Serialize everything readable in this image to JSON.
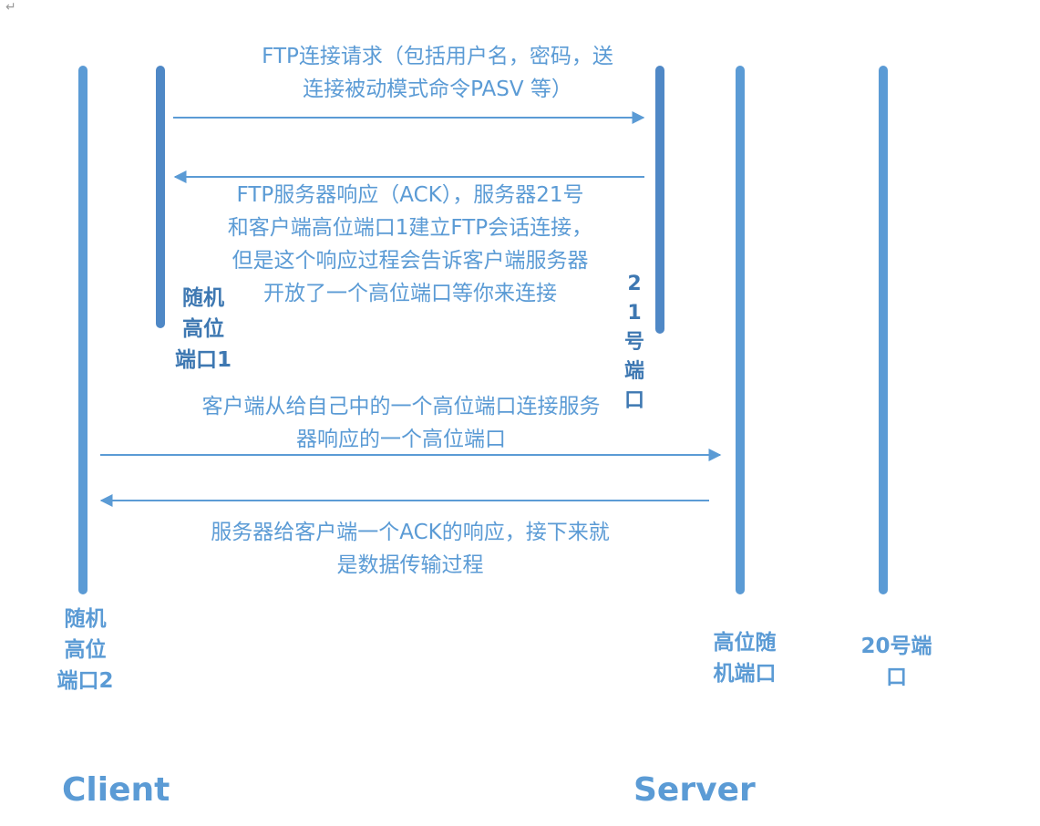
{
  "paragraph_mark": "↵",
  "messages": {
    "ftp_request": "FTP连接请求（包括用户名，密码，送\n连接被动模式命令PASV 等）",
    "server_response": "FTP服务器响应（ACK），服务器21号\n和客户端高位端口1建立FTP会话连接，\n但是这个响应过程会告诉客户端服务器\n开放了一个高位端口等你来连接",
    "client_connect": "客户端从给自己中的一个高位端口连接服务\n器响应的一个高位端口",
    "server_ack": "服务器给客户端一个ACK的响应，接下来就\n是数据传输过程"
  },
  "ports": {
    "client_random_port_1": "随机\n高位\n端口1",
    "server_port_21": "21\n号\n端\n口",
    "client_random_port_2": "随机\n高位\n端口2",
    "server_high_random_port": "高位随\n机端口",
    "server_port_20": "20号端\n口"
  },
  "roles": {
    "client": "Client",
    "server": "Server"
  },
  "colors": {
    "line": "#5b9bd5",
    "session_line": "#4f88c6",
    "text": "#5b9bd5",
    "dark_text": "#3e78b2"
  }
}
